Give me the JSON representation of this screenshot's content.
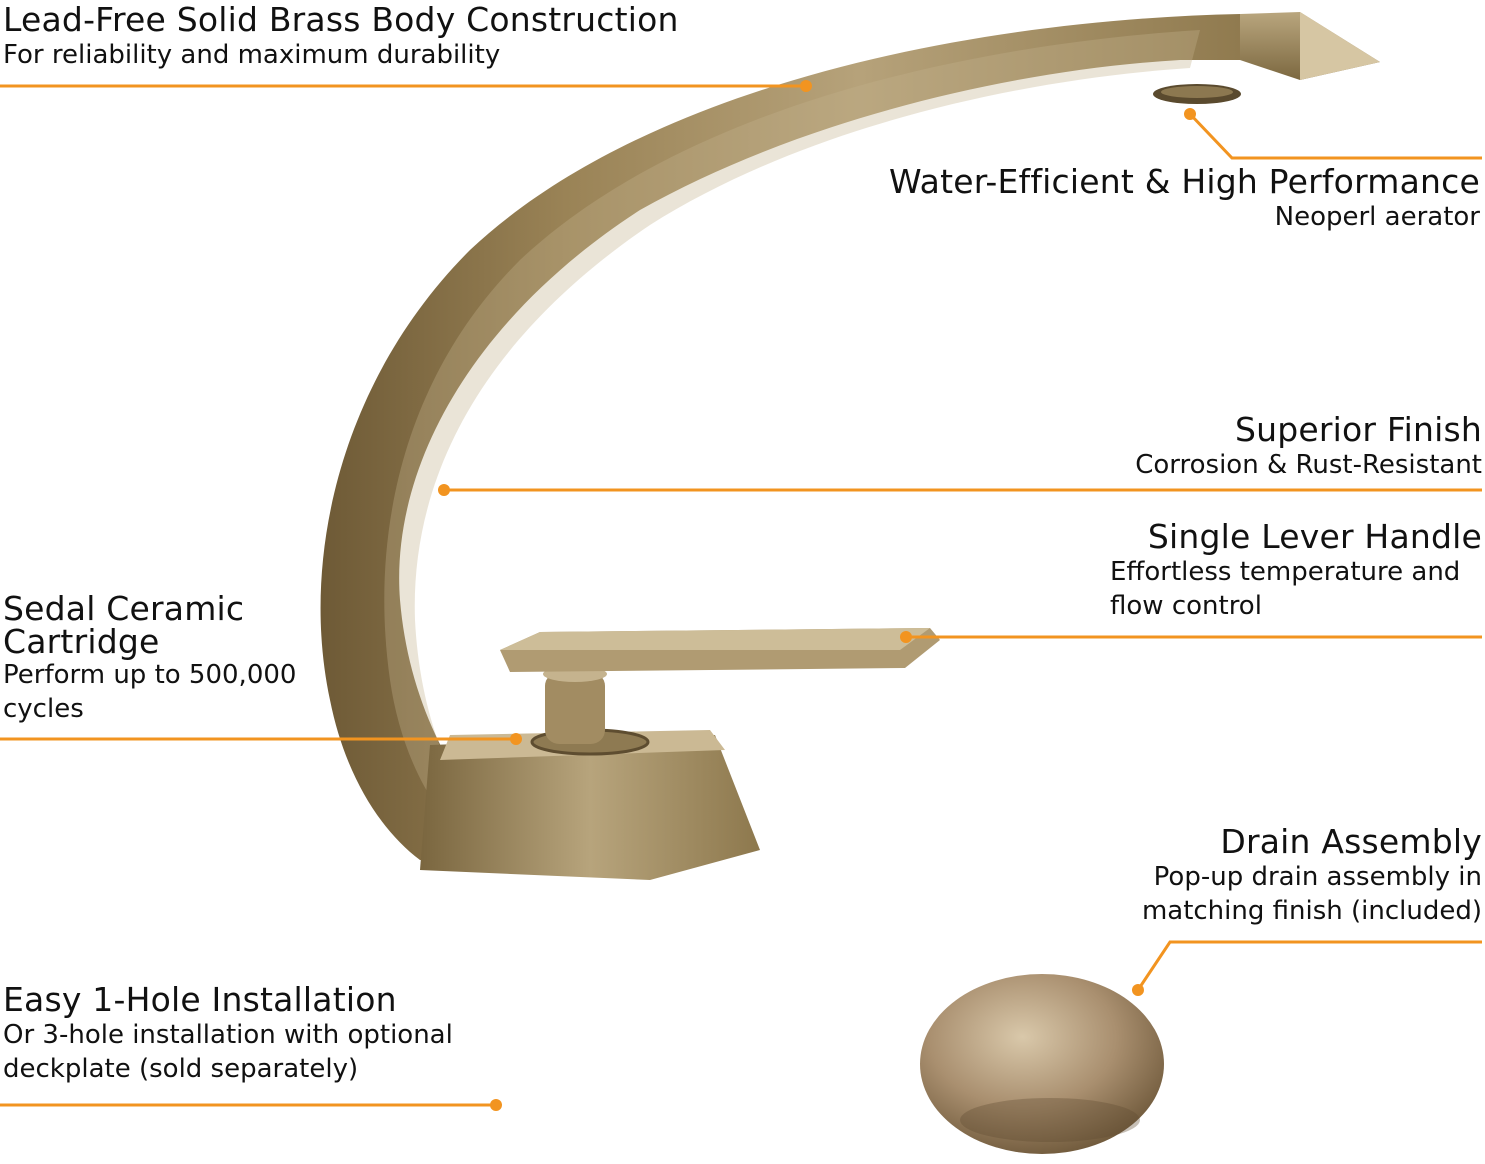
{
  "accent_color": "#f29420",
  "finish_color": "#a08a60",
  "callouts": {
    "body": {
      "title": "Lead-Free Solid Brass Body Construction",
      "subtitle": "For reliability and maximum durability"
    },
    "aerator": {
      "title": "Water-Efficient & High Performance",
      "subtitle": "Neoperl aerator"
    },
    "finish": {
      "title": "Superior Finish",
      "subtitle": "Corrosion & Rust-Resistant"
    },
    "lever": {
      "title": "Single Lever Handle",
      "subtitle_lines": [
        "Effortless temperature and",
        "flow control"
      ]
    },
    "cartridge": {
      "title_lines": [
        "Sedal Ceramic",
        "Cartridge"
      ],
      "subtitle_lines": [
        "Perform up to 500,000",
        "cycles"
      ]
    },
    "drain": {
      "title": "Drain Assembly",
      "subtitle_lines": [
        "Pop-up drain assembly in",
        "matching finish (included)"
      ]
    },
    "installation": {
      "title": "Easy 1-Hole Installation",
      "subtitle_lines": [
        "Or 3-hole installation with optional",
        "deckplate (sold separately)"
      ]
    }
  }
}
